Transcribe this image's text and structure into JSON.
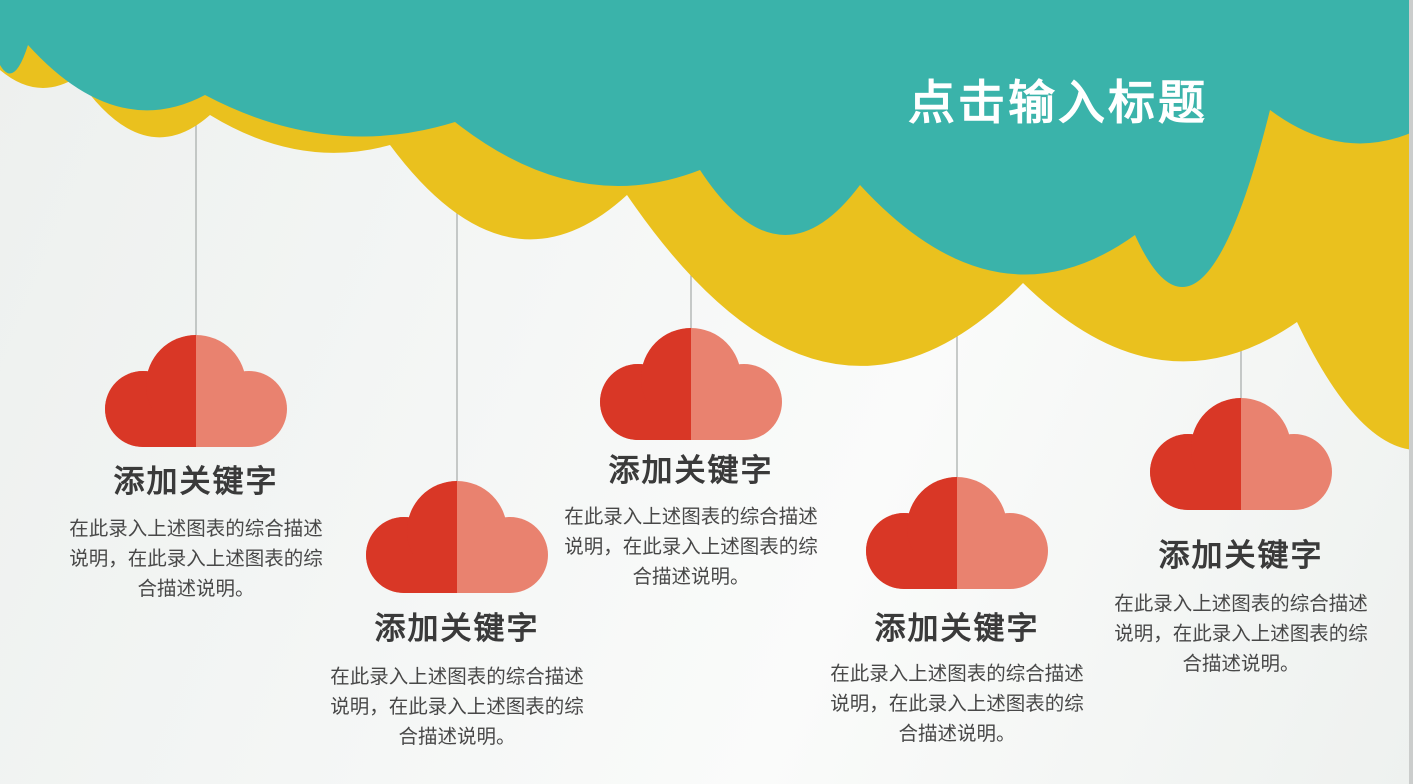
{
  "slide": {
    "title": "点击输入标题",
    "items": [
      {
        "keyword": "添加关键字",
        "description": "在此录入上述图表的综合描述说明，在此录入上述图表的综合描述说明。"
      },
      {
        "keyword": "添加关键字",
        "description": "在此录入上述图表的综合描述说明，在此录入上述图表的综合描述说明。"
      },
      {
        "keyword": "添加关键字",
        "description": "在此录入上述图表的综合描述说明，在此录入上述图表的综合描述说明。"
      },
      {
        "keyword": "添加关键字",
        "description": "在此录入上述图表的综合描述说明，在此录入上述图表的综合描述说明。"
      },
      {
        "keyword": "添加关键字",
        "description": "在此录入上述图表的综合描述说明，在此录入上述图表的综合描述说明。"
      }
    ],
    "colors": {
      "teal": "#3ab3aa",
      "yellow": "#eac11e",
      "red_dark": "#d93726",
      "red_light": "#e9826f",
      "string": "#a5aaa8",
      "heading_text": "#3a3a3a",
      "body_text": "#484848",
      "title_text": "#ffffff"
    }
  }
}
